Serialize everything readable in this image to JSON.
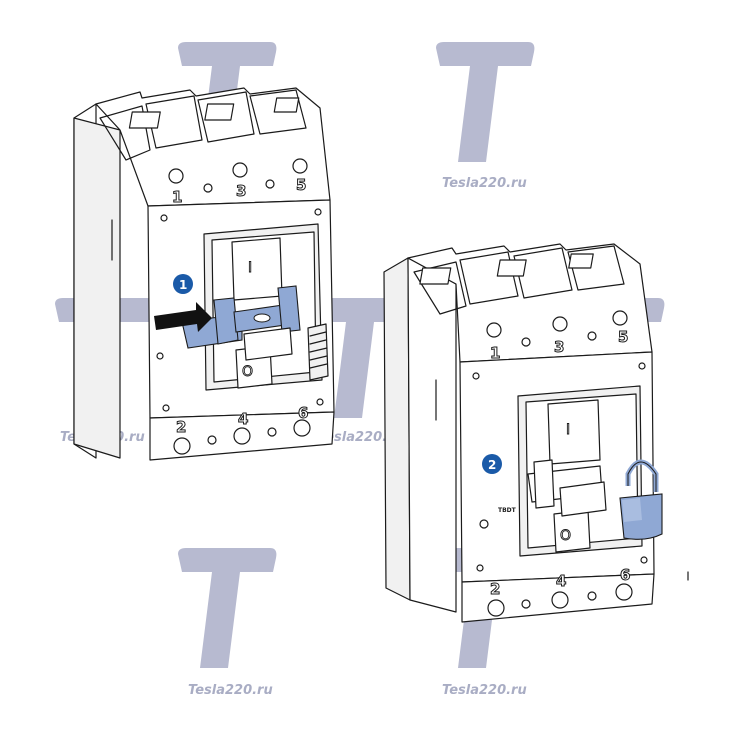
{
  "watermark": {
    "text": "Tesla220.ru",
    "color": "#b7bad0"
  },
  "steps": [
    {
      "number": "1",
      "color": "#1a5aa8"
    },
    {
      "number": "2",
      "color": "#1a5aa8"
    }
  ],
  "breaker_left": {
    "top_terminals": [
      "1",
      "3",
      "5"
    ],
    "bottom_terminals": [
      "2",
      "4",
      "6"
    ],
    "handle_on_label": "I",
    "handle_off_label": "O"
  },
  "breaker_right": {
    "top_terminals": [
      "1",
      "3",
      "5"
    ],
    "bottom_terminals": [
      "2",
      "4",
      "6"
    ],
    "handle_on_label": "I",
    "handle_off_label": "O",
    "brand_label": "TBDT"
  },
  "colors": {
    "lock_device": "#8fa8d4",
    "padlock": "#8fa8d4",
    "arrow": "#111111"
  }
}
